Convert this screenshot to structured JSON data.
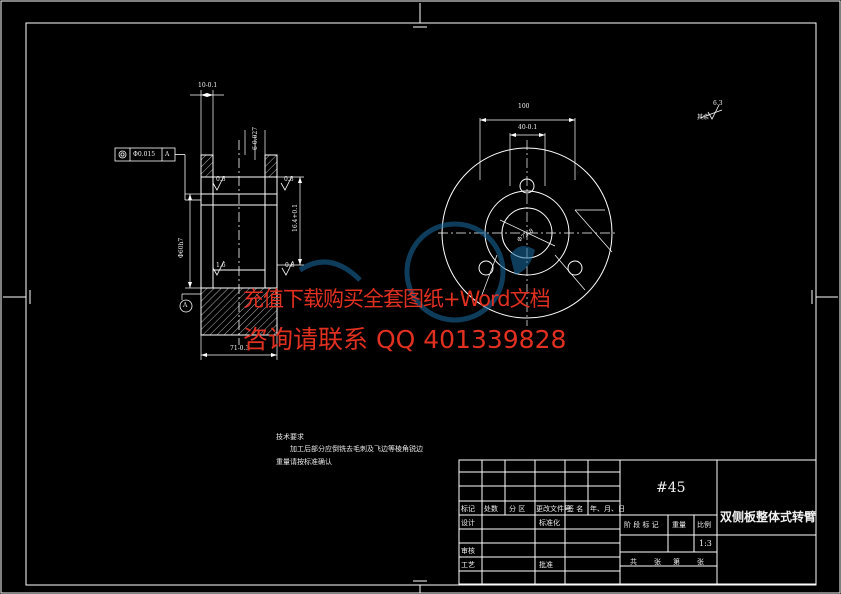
{
  "drawing": {
    "dimensions": {
      "top_width": "10-0.1",
      "right_tol": "6-0.027",
      "bore": "16.4+0.1",
      "left_dia": "Φ60h7",
      "bottom_width": "71-0.3",
      "outer_dia": "100",
      "inner_span": "40-0.1",
      "pcd": "Φ73.8",
      "rough_a": "0.8",
      "rough_b": "0.8",
      "rough_c": "1.6",
      "rough_d": "0.8",
      "tol_value": "Φ0.015",
      "datum_ref": "A",
      "datum_label": "A",
      "rest_text": "其余",
      "rest_value": "6.3"
    },
    "watermark": {
      "line1": "充值下载购买全套图纸+Word文档",
      "line2": "咨询请联系 QQ 401339828"
    },
    "tech_req": {
      "title": "技术要求",
      "line1": "加工后部分应倒铣去毛刺及飞边等棱角锐边",
      "line2": "重量请按标准确认"
    },
    "title_block": {
      "material": "#45",
      "part_name": "双侧板整体式转臂",
      "scale": "1:3",
      "labels": {
        "mark": "标记",
        "count": "处数",
        "zone": "分 区",
        "doc_no": "更改文件号",
        "sign": "签 名",
        "date": "年、月、日",
        "design": "设计",
        "standard": "标准化",
        "review": "审核",
        "process": "工艺",
        "approve": "批准",
        "stage": "阶 段 标 记",
        "weight": "重量",
        "scale_label": "比例",
        "total": "共",
        "sheets": "张",
        "page": "第",
        "page_sheets": "张"
      }
    }
  }
}
